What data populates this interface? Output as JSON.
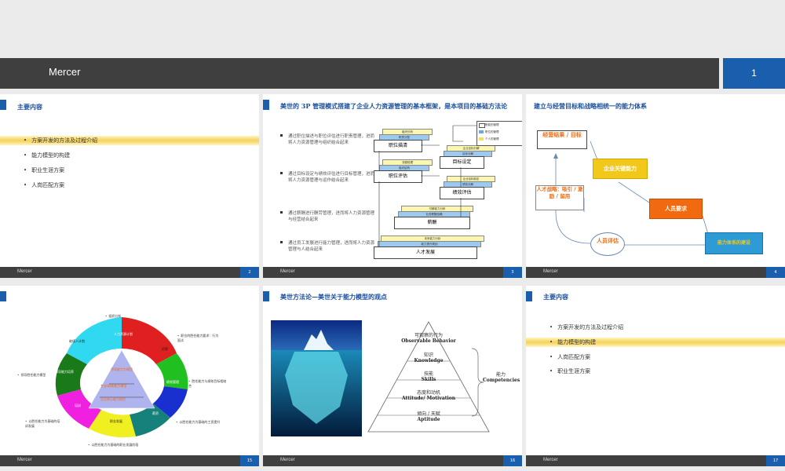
{
  "header": {
    "logo": "Mercer",
    "page": "1"
  },
  "footer_label": "Mercer",
  "slides": [
    {
      "title": "主要内容",
      "items": [
        "方案开发的方法及过程介绍",
        "能力模型的构建",
        "职业生涯方案",
        "人岗匹配方案"
      ],
      "highlight_index": 0,
      "page": "2"
    },
    {
      "title": "美世的 3P 管理模式搭建了企业人力资源管理的基本框架，是本项目的基础方法论",
      "paras": [
        "通过职位描述与职位评估进行职责管理，进而将人力资源管理与组织结合起来",
        "通过目标设定与绩效评估进行目标管理，进而将人力资源管理与运作结合起来",
        "通过薪酬进行酬劳管理，进而将人力资源管理与经营结合起来",
        "通过员工发展进行能力管理，进而将人力资源管理与人结合起来"
      ],
      "boxes": [
        "职位描清",
        "目标设定",
        "职位评估",
        "绩效评估",
        "薪酬",
        "人才发展"
      ],
      "tags": [
        "组织分析",
        "职责分配",
        "流程梳理",
        "组织结构",
        "企业目标分解",
        "目标分解",
        "企业目标制定",
        "绩效分解",
        "付薪能力分析",
        "业务薪酬战略",
        "未来能力分析",
        "能力提升规划"
      ],
      "legend": [
        "职能的管理",
        "职位的管理",
        "个人的管理"
      ],
      "page": "3"
    },
    {
      "title": "建立与经营目标和战略相统一的能力体系",
      "boxes": [
        "经营结果 / 目标",
        "企业关键能力",
        "人员要求",
        "能力体系的建设"
      ],
      "left_text": "人才战略：吸引 / 激励 / 留用",
      "oval": "人员评估",
      "page": "4"
    },
    {
      "wheel_labels": [
        "人力资源计划",
        "招聘",
        "绩效管理",
        "薪资",
        "职业发展",
        "培训",
        "领导能力培养",
        "继续人计划"
      ],
      "center": [
        "领导能力力模型",
        "专业/职能能力模型",
        "全员核心能力模型"
      ],
      "notes": [
        "组织分析",
        "职位的胜任能力要求：行为面试",
        "胜任能力与绩效目标相结合",
        "以胜任能力为基础的工资提升",
        "以胜任能力为基础的职业发展阶段",
        "以胜任能力为基础的培训发展",
        "领导胜任能力模型"
      ],
      "page": "15"
    },
    {
      "title": "美世方法论—美世关于能力模型的观点",
      "levels": [
        {
          "zh": "可观察的行为",
          "en": "Observable Behavior"
        },
        {
          "zh": "知识",
          "en": "Knowledge"
        },
        {
          "zh": "技能",
          "en": "Skills"
        },
        {
          "zh": "态度和动机",
          "en": "Attitude/ Motivation"
        },
        {
          "zh": "倾向 / 天赋",
          "en": "Aptitude"
        }
      ],
      "brace_zh": "能力",
      "brace_en": "Competencies",
      "page": "16"
    },
    {
      "title": "主要内容",
      "items": [
        "方案开发的方法及过程介绍",
        "能力模型的构建",
        "人岗匹配方案",
        "职业生涯方案"
      ],
      "highlight_index": 1,
      "page": "17"
    }
  ],
  "colors": {
    "brand_blue": "#1a5fae",
    "dark_bar": "#3f3f3f",
    "highlight": "#f5d25a",
    "orange": "#f26a10",
    "gold": "#f2c81a"
  }
}
